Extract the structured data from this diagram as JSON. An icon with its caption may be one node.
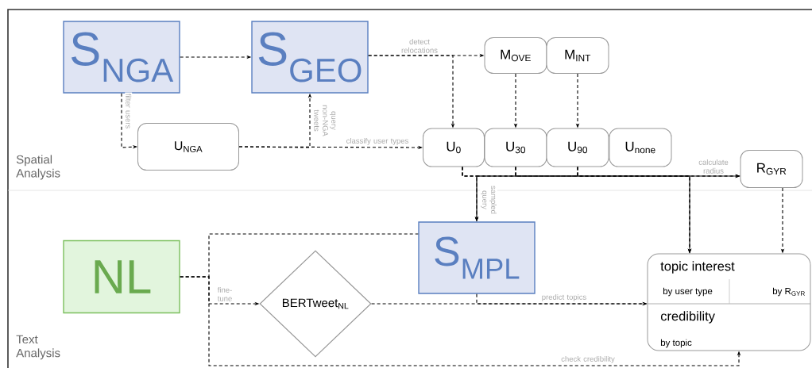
{
  "diagram": {
    "nodes": [
      {
        "text": [
          "S$_{NGA}$"
        ]
      },
      {
        "text": [
          "S$_{GEO}$"
        ]
      },
      {
        "text": [
          "M$_{OVE}$"
        ]
      },
      {
        "text": [
          "M$_{INT}$"
        ]
      },
      {
        "text": [
          "U$_{NGA}$"
        ]
      },
      {
        "text": [
          "U$_{0}$"
        ]
      },
      {
        "text": [
          "U$_{30}$"
        ]
      },
      {
        "text": [
          "U$_{90}$"
        ]
      },
      {
        "text": [
          "U$_{none}$"
        ]
      },
      {
        "text": [
          "R$_{GYR}$"
        ]
      },
      {
        "text": [
          "NL"
        ]
      },
      {
        "text": [
          "BERTweet$_{NL}$"
        ]
      },
      {
        "text": [
          "S$_{MPL}$"
        ]
      },
      {
        "text": [
          "topic interest",
          "by user type",
          "by R$_{GYR}$",
          "credibility",
          "by topic"
        ]
      }
    ],
    "edges": [
      {
        "from": 0,
        "to": 1,
        "arrow": "to"
      },
      {
        "from": 0,
        "to": 4,
        "arrow": "to",
        "label": "filter users"
      },
      {
        "from": 4,
        "to": 1,
        "arrow": "to",
        "label": "query non-NGA tweets"
      },
      {
        "from": 4,
        "to": 5,
        "arrow": "to",
        "label": "classify user types"
      },
      {
        "from": 1,
        "to": 2,
        "arrow": "to",
        "label": "detect relocations"
      },
      {
        "from": 1,
        "to": 5,
        "arrow": "to"
      },
      {
        "from": 2,
        "to": 6,
        "arrow": "to"
      },
      {
        "from": 3,
        "to": 7,
        "arrow": "to"
      },
      {
        "from": 5,
        "to": 9,
        "arrow": "to",
        "label": "calculate radius"
      },
      {
        "from": 6,
        "to": 9,
        "arrow": "to"
      },
      {
        "from": 7,
        "to": 9,
        "arrow": "to"
      },
      {
        "from": 5,
        "to": 12,
        "arrow": "to",
        "label": "sampled query"
      },
      {
        "from": 6,
        "to": 12,
        "arrow": "to"
      },
      {
        "from": 7,
        "to": 12,
        "arrow": "to"
      },
      {
        "from": 5,
        "to": 13,
        "arrow": "to"
      },
      {
        "from": 6,
        "to": 13,
        "arrow": "to"
      },
      {
        "from": 7,
        "to": 13,
        "arrow": "to"
      },
      {
        "from": 9,
        "to": 13,
        "arrow": "to"
      },
      {
        "from": 10,
        "to": 11,
        "arrow": "to",
        "label": "fine-tune"
      },
      {
        "from": 10,
        "to": 12,
        "arrow": "none"
      },
      {
        "from": 10,
        "to": 13,
        "arrow": "to",
        "label": "check credibility"
      },
      {
        "from": 11,
        "to": 13,
        "arrow": "to",
        "label": "predict topics"
      },
      {
        "from": 12,
        "to": 13,
        "arrow": "to"
      }
    ],
    "labels": [
      "Spatial Analysis",
      "Text Analysis"
    ]
  }
}
